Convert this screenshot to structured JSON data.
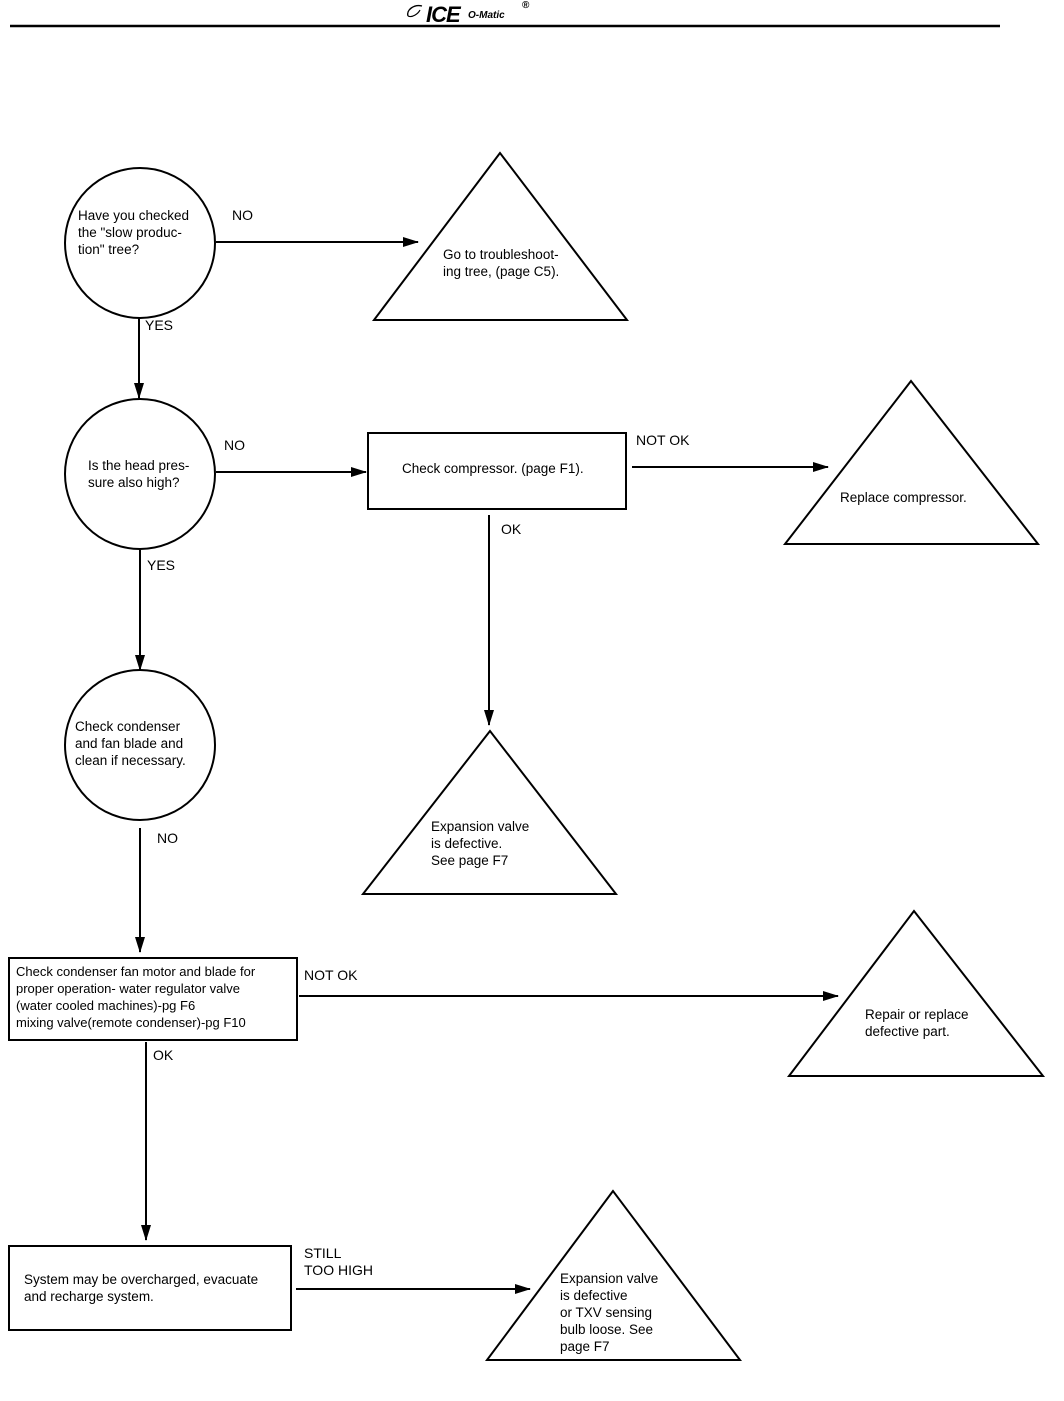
{
  "header": {
    "logo_main": "ICE",
    "logo_sub": "O-Matic",
    "logo_reg": "®"
  },
  "nodes": {
    "q1": "Have you checked\nthe \"slow produc-\ntion\" tree?",
    "t1": "Go to troubleshoot-\ning tree, (page C5).",
    "q2": "Is the head pres-\nsure also high?",
    "b1": "Check compressor. (page F1).",
    "t2": "Replace compressor.",
    "q3": "Check condenser\nand fan blade and\nclean if necessary.",
    "t3": "Expansion valve\nis defective.\nSee page F7",
    "b2_l1": "Check condenser fan motor and blade for",
    "b2_l2": "proper operation- water regulator valve",
    "b2_l3": "(water cooled machines)-pg F6",
    "b2_l4": "mixing valve(remote condenser)-pg F10",
    "t4": "Repair or replace\ndefective part.",
    "b3": "System may be overcharged, evacuate\nand recharge system.",
    "t5": "Expansion valve\nis defective\nor TXV sensing\nbulb loose. See\npage F7"
  },
  "edges": {
    "e_q1_no": "NO",
    "e_q1_yes": "YES",
    "e_q2_no": "NO",
    "e_q2_yes": "YES",
    "e_b1_notok": "NOT OK",
    "e_b1_ok": "OK",
    "e_q3_no": "NO",
    "e_b2_notok": "NOT OK",
    "e_b2_ok": "OK",
    "e_b3_still": "STILL\nTOO HIGH"
  }
}
